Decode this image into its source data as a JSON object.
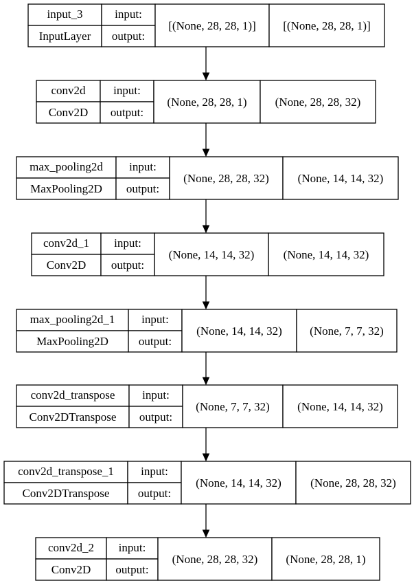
{
  "diagram": {
    "port_labels": {
      "input": "input:",
      "output": "output:"
    },
    "layers": [
      {
        "name": "input_3",
        "type": "InputLayer",
        "input": "[(None, 28, 28, 1)]",
        "output": "[(None, 28, 28, 1)]"
      },
      {
        "name": "conv2d",
        "type": "Conv2D",
        "input": "(None, 28, 28, 1)",
        "output": "(None, 28, 28, 32)"
      },
      {
        "name": "max_pooling2d",
        "type": "MaxPooling2D",
        "input": "(None, 28, 28, 32)",
        "output": "(None, 14, 14, 32)"
      },
      {
        "name": "conv2d_1",
        "type": "Conv2D",
        "input": "(None, 14, 14, 32)",
        "output": "(None, 14, 14, 32)"
      },
      {
        "name": "max_pooling2d_1",
        "type": "MaxPooling2D",
        "input": "(None, 14, 14, 32)",
        "output": "(None, 7, 7, 32)"
      },
      {
        "name": "conv2d_transpose",
        "type": "Conv2DTranspose",
        "input": "(None, 7, 7, 32)",
        "output": "(None, 14, 14, 32)"
      },
      {
        "name": "conv2d_transpose_1",
        "type": "Conv2DTranspose",
        "input": "(None, 14, 14, 32)",
        "output": "(None, 28, 28, 32)"
      },
      {
        "name": "conv2d_2",
        "type": "Conv2D",
        "input": "(None, 28, 28, 32)",
        "output": "(None, 28, 28, 1)"
      }
    ]
  }
}
